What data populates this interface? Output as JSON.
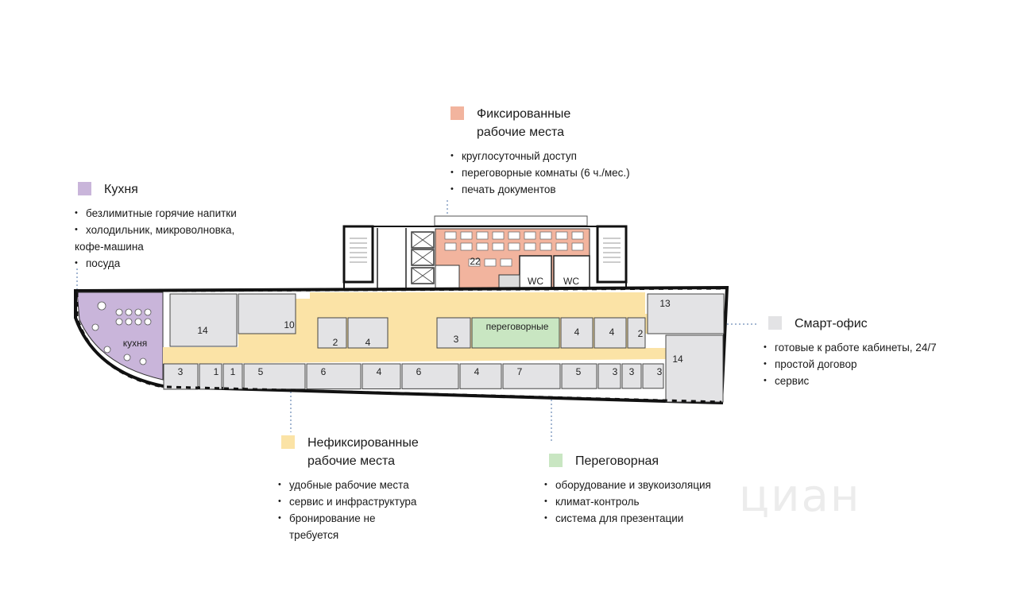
{
  "colors": {
    "fixed": "#f2b49e",
    "kitchen": "#c9b5da",
    "smart": "#e3e3e5",
    "nonfixed": "#fbe3a6",
    "meeting": "#c9e6c2",
    "wall": "#111111"
  },
  "legend": {
    "fixed": {
      "title_line1": "Фиксированные",
      "title_line2": "рабочие места",
      "items": [
        "круглосуточный доступ",
        "переговорные комнаты (6 ч./мес.)",
        "печать документов"
      ]
    },
    "kitchen": {
      "title_line1": "Кухня",
      "items": [
        "безлимитные горячие напитки",
        "холодильник, микроволновка,",
        "посуда"
      ],
      "item_continuation": "кофе-машина"
    },
    "smart": {
      "title_line1": "Смарт-офис",
      "items": [
        "готовые к работе кабинеты, 24/7",
        "простой договор",
        "сервис"
      ]
    },
    "nonfixed": {
      "title_line1": "Нефиксированные",
      "title_line2": "рабочие места",
      "items": [
        "удобные рабочие места",
        "сервис и инфраструктура",
        "бронирование не"
      ],
      "item_continuation": "требуется"
    },
    "meeting": {
      "title_line1": "Переговорная",
      "items": [
        "оборудование и звукоизоляция",
        "климат-контроль",
        "система для презентации"
      ]
    }
  },
  "plan": {
    "fixed_room": "22",
    "wc_1": "WC",
    "wc_2": "WC",
    "kitchen_room": "кухня",
    "meeting_room": "переговорные",
    "upper_rooms": [
      "14",
      "10",
      "2",
      "4",
      "3",
      "4",
      "4",
      "2",
      "13",
      "14"
    ],
    "bottom_rooms": [
      "3",
      "1",
      "1",
      "5",
      "6",
      "4",
      "6",
      "4",
      "7",
      "5",
      "3",
      "3",
      "3"
    ]
  },
  "watermark": "циан"
}
